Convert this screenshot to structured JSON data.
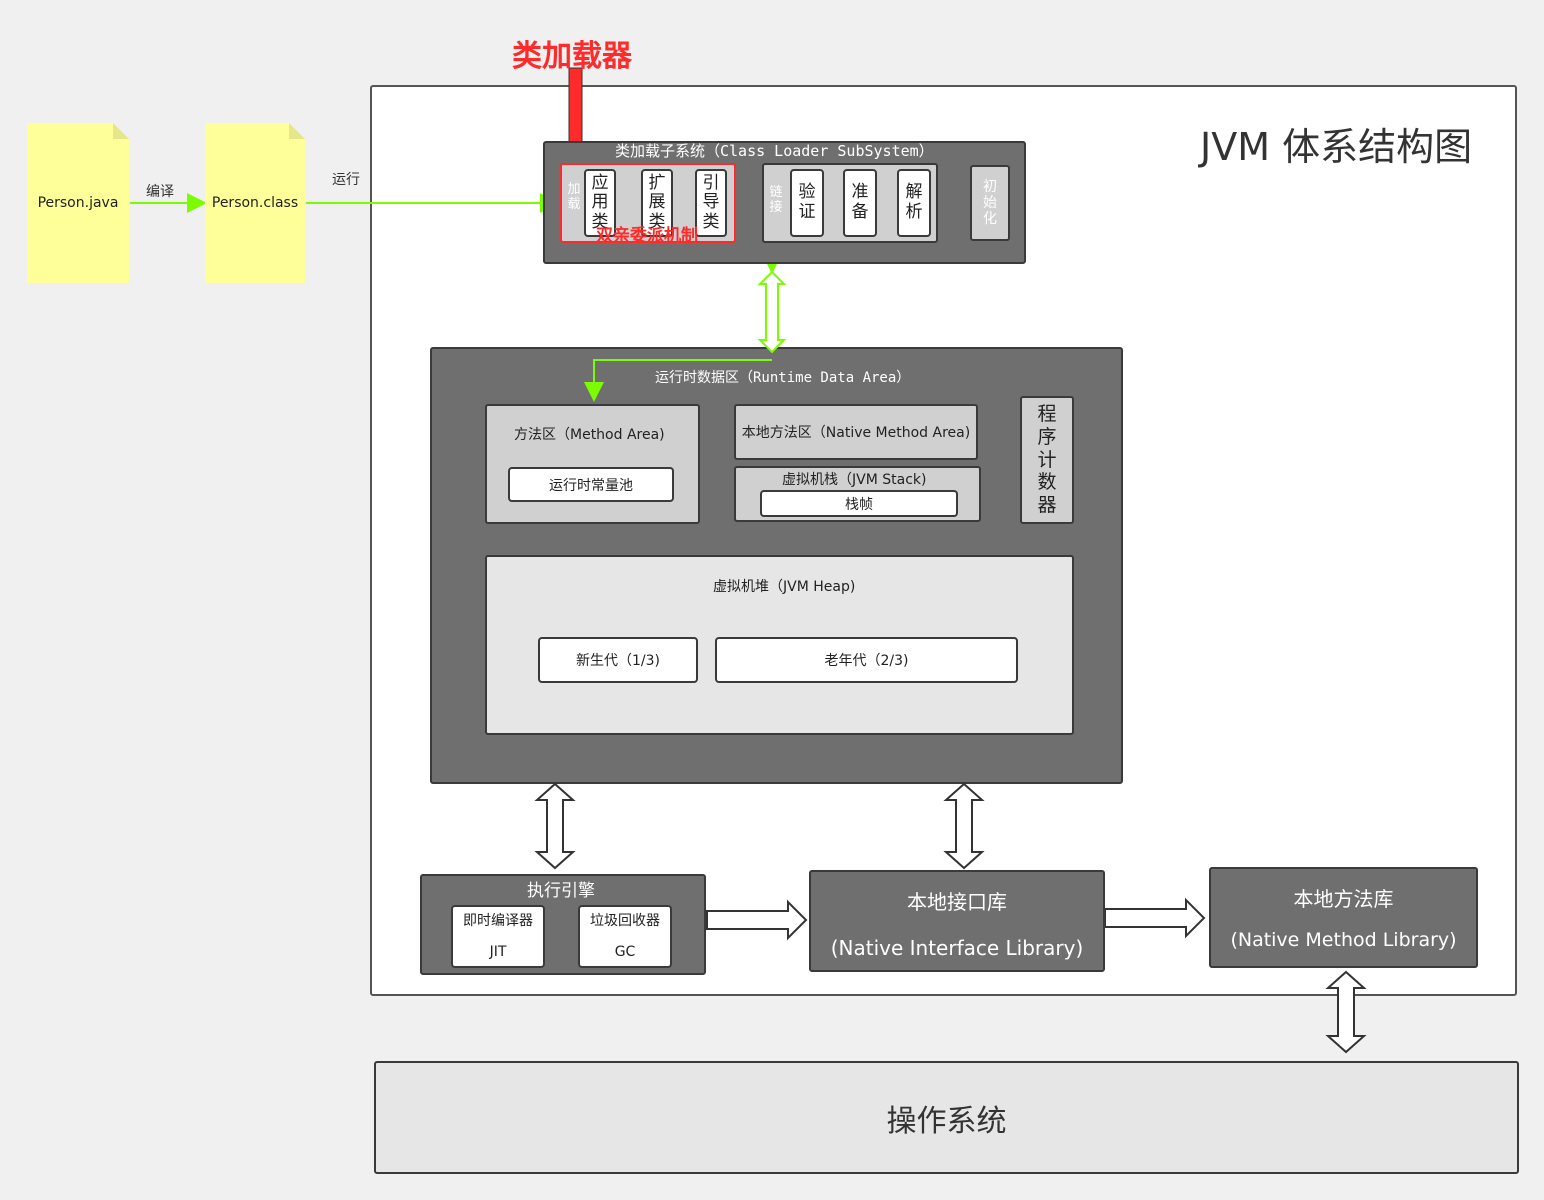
{
  "title": "JVM 体系结构图",
  "annotation": {
    "class_loader": "类加载器",
    "parent_delegation": "双亲委派机制"
  },
  "files": {
    "source": "Person.java",
    "compiled": "Person.class"
  },
  "edges": {
    "compile": "编译",
    "run": "运行"
  },
  "class_loader_subsystem": {
    "title": "类加载子系统（Class Loader SubSystem）",
    "load": [
      "加",
      "载"
    ],
    "loaders": [
      {
        "chars": [
          "应",
          "用",
          "类"
        ]
      },
      {
        "chars": [
          "扩",
          "展",
          "类"
        ]
      },
      {
        "chars": [
          "引",
          "导",
          "类"
        ]
      }
    ],
    "link": [
      "链",
      "接"
    ],
    "link_steps": [
      {
        "chars": [
          "验",
          "证"
        ]
      },
      {
        "chars": [
          "准",
          "备"
        ]
      },
      {
        "chars": [
          "解",
          "析"
        ]
      }
    ],
    "init": [
      "初",
      "始",
      "化"
    ]
  },
  "runtime_data_area": {
    "title": "运行时数据区（Runtime Data Area）",
    "method_area": {
      "title": "方法区（Method Area)",
      "constant_pool": "运行时常量池"
    },
    "native_method_area": "本地方法区（Native Method Area)",
    "jvm_stack": {
      "title": "虚拟机栈（JVM Stack)",
      "frame": "栈帧"
    },
    "program_counter": [
      "程",
      "序",
      "计",
      "数",
      "器"
    ],
    "heap": {
      "title": "虚拟机堆（JVM Heap)",
      "young": "新生代（1/3)",
      "old": "老年代（2/3)"
    }
  },
  "execution_engine": {
    "title": "执行引擎",
    "jit": {
      "name": "即时编译器",
      "abbr": "JIT"
    },
    "gc": {
      "name": "垃圾回收器",
      "abbr": "GC"
    }
  },
  "native_interface": {
    "name": "本地接口库",
    "en": "(Native Interface Library)"
  },
  "native_library": {
    "name": "本地方法库",
    "en": "(Native Method Library)"
  },
  "os": "操作系统",
  "colors": {
    "arrow_green": "#7cfc00",
    "annotation_red": "#ff2a2a",
    "note_yellow": "#ffff99"
  }
}
